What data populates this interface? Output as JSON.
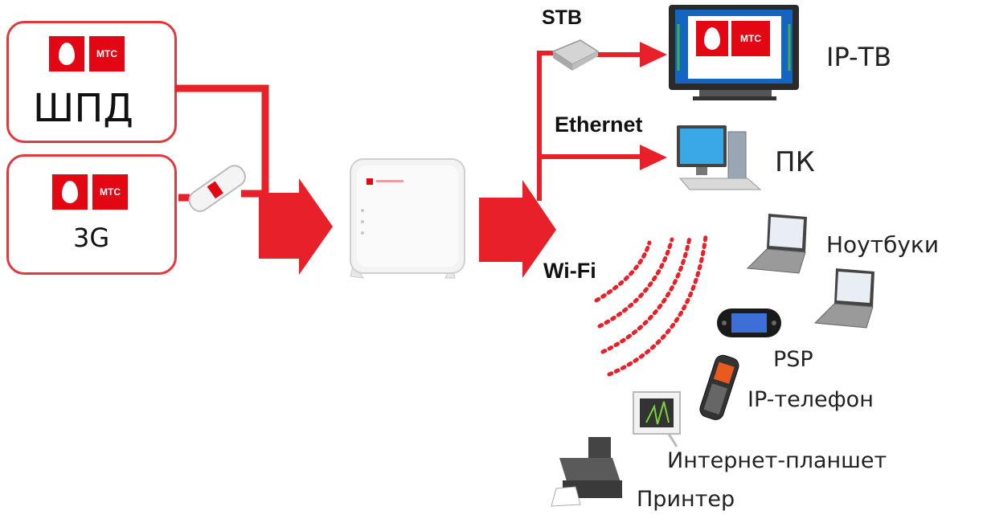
{
  "sources": {
    "broadband": {
      "brand": "МТС",
      "label": "ШПД"
    },
    "mobile": {
      "brand": "МТС",
      "label": "3G"
    }
  },
  "tv_screen_brand": "МТС",
  "connections": {
    "stb": "STB",
    "ethernet": "Ethernet",
    "wifi": "Wi-Fi"
  },
  "devices": {
    "iptv": "IP-ТВ",
    "pc": "ПК",
    "laptops": "Ноутбуки",
    "psp": "PSP",
    "ip_phone": "IP-телефон",
    "tablet": "Интернет-планшет",
    "printer": "Принтер"
  },
  "colors": {
    "accent": "#e30613",
    "arrow": "#e8202a",
    "box_border": "#e03a3e"
  }
}
